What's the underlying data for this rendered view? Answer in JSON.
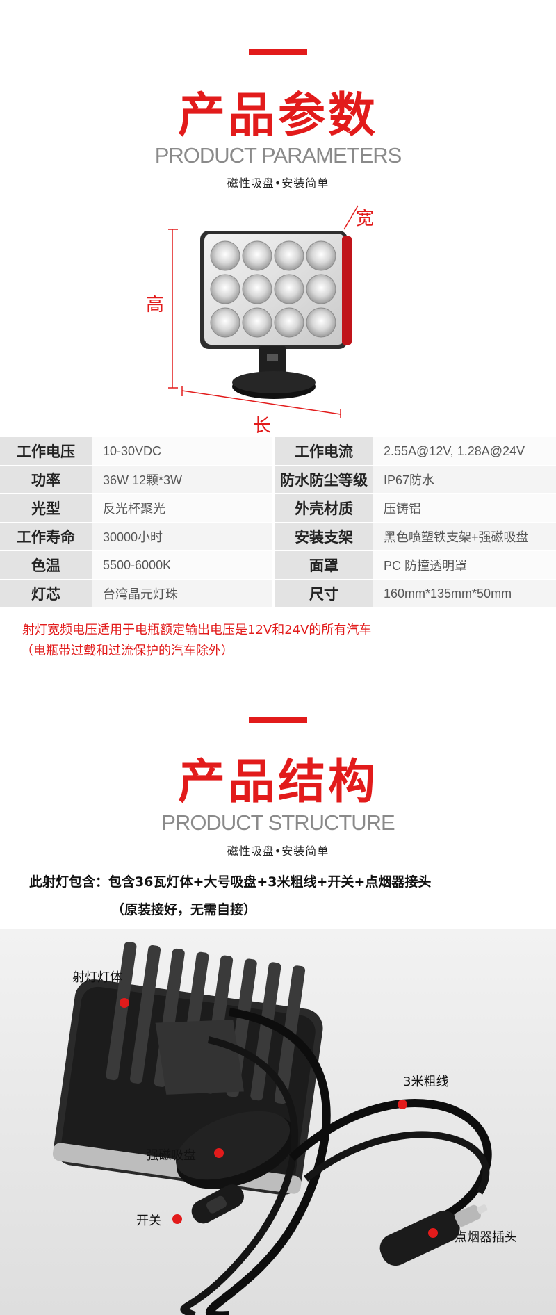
{
  "section1": {
    "title_cn": "产品参数",
    "title_en": "PRODUCT PARAMETERS",
    "subhead": "磁性吸盘•安装简单",
    "dims": {
      "width": "宽",
      "height": "高",
      "length": "长"
    }
  },
  "specs": [
    {
      "k1": "工作电压",
      "v1": "10-30VDC",
      "k2": "工作电流",
      "v2": "2.55A@12V, 1.28A@24V"
    },
    {
      "k1": "功率",
      "v1": "36W 12颗*3W",
      "k2": "防水防尘等级",
      "v2": "IP67防水"
    },
    {
      "k1": "光型",
      "v1": "反光杯聚光",
      "k2": "外壳材质",
      "v2": "压铸铝"
    },
    {
      "k1": "工作寿命",
      "v1": "30000小时",
      "k2": "安装支架",
      "v2": "黑色喷塑铁支架+强磁吸盘"
    },
    {
      "k1": "色温",
      "v1": "5500-6000K",
      "k2": "面罩",
      "v2": "PC 防撞透明罩"
    },
    {
      "k1": "灯芯",
      "v1": "台湾晶元灯珠",
      "k2": "尺寸",
      "v2": "160mm*135mm*50mm"
    }
  ],
  "note": {
    "line1": "射灯宽频电压适用于电瓶额定输出电压是12V和24V的所有汽车",
    "line2": "（电瓶带过载和过流保护的汽车除外）"
  },
  "section2": {
    "title_cn": "产品结构",
    "title_en": "PRODUCT STRUCTURE",
    "subhead": "磁性吸盘•安装简单",
    "includes_line1": "此射灯包含：包含36瓦灯体+大号吸盘+3米粗线+开关+点烟器接头",
    "includes_line2": "（原装接好，无需自接）"
  },
  "callouts": {
    "lamp_body": "射灯灯体",
    "cable": "3米粗线",
    "suction": "强磁吸盘",
    "switch": "开关",
    "plug": "点烟器插头"
  },
  "colors": {
    "accent": "#e21b1b",
    "title_gray": "#8a8a8a"
  }
}
